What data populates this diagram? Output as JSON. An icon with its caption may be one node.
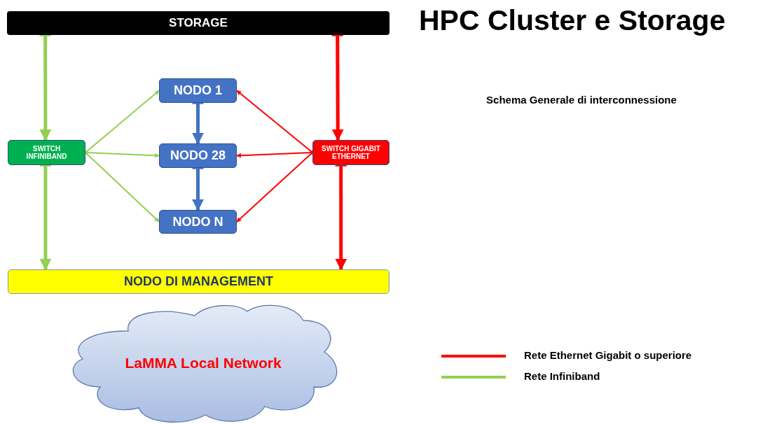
{
  "diagram": {
    "title": "HPC Cluster e Storage",
    "nodes": [
      {
        "text": [
          "STORAGE"
        ]
      },
      {
        "text": [
          "NODO 1"
        ]
      },
      {
        "text": [
          "SWITCH INFINIBAND"
        ]
      },
      {
        "text": [
          "NODO 28"
        ]
      },
      {
        "text": [
          "SWITCH GIGABIT ETHERNET"
        ]
      },
      {
        "text": [
          "NODO N"
        ]
      },
      {
        "text": [
          "NODO DI MANAGEMENT"
        ]
      },
      {
        "text": [
          "LaMMA Local Network"
        ]
      }
    ],
    "edges": [
      {
        "from": 0,
        "to": 2,
        "arrow": "both",
        "style": "thick",
        "color": "#92d050"
      },
      {
        "from": 2,
        "to": 6,
        "arrow": "both",
        "style": "thick",
        "color": "#92d050"
      },
      {
        "from": 0,
        "to": 4,
        "arrow": "both",
        "style": "thick",
        "color": "#ff0000"
      },
      {
        "from": 4,
        "to": 6,
        "arrow": "both",
        "style": "thick",
        "color": "#ff0000"
      },
      {
        "from": 2,
        "to": 1,
        "arrow": "both",
        "color": "#92d050"
      },
      {
        "from": 2,
        "to": 3,
        "arrow": "both",
        "color": "#92d050"
      },
      {
        "from": 2,
        "to": 5,
        "arrow": "both",
        "color": "#92d050"
      },
      {
        "from": 4,
        "to": 1,
        "arrow": "both",
        "color": "#ff0000"
      },
      {
        "from": 4,
        "to": 3,
        "arrow": "both",
        "color": "#ff0000"
      },
      {
        "from": 4,
        "to": 5,
        "arrow": "both",
        "color": "#ff0000"
      },
      {
        "from": 1,
        "to": 3,
        "arrow": "both",
        "style": "thick",
        "color": "#4472c4"
      },
      {
        "from": 3,
        "to": 5,
        "arrow": "both",
        "style": "thick",
        "color": "#4472c4"
      }
    ],
    "labels": [
      "Schema Generale di interconnessione"
    ],
    "legend": [
      {
        "text": "Rete Ethernet Gigabit o superiore",
        "color": "#ff0000"
      },
      {
        "text": "Rete Infiniband",
        "color": "#92d050"
      }
    ]
  }
}
